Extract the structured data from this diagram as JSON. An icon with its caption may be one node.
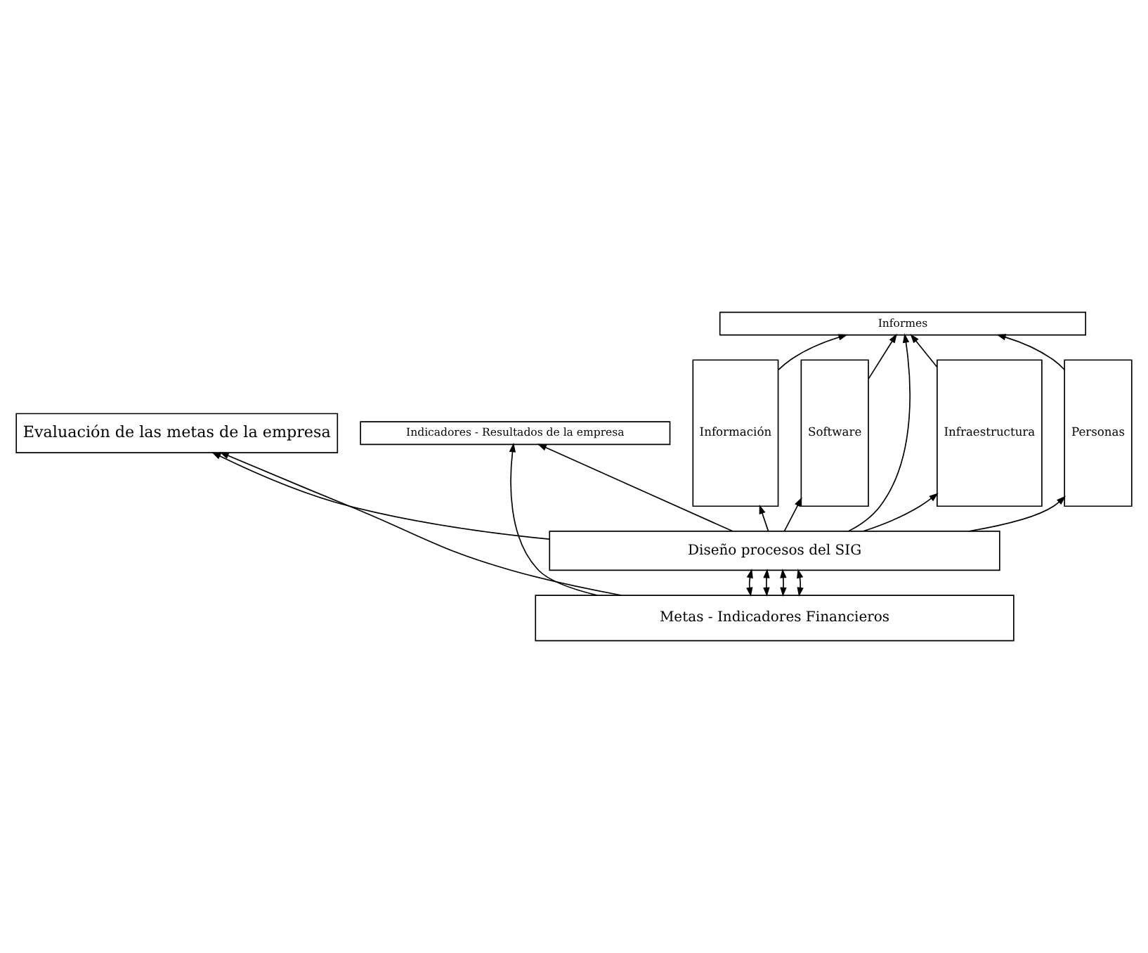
{
  "diagram": {
    "nodes": [
      {
        "text": [
          "Evaluación de las metas de la empresa"
        ]
      },
      {
        "text": [
          "Indicadores - Resultados de la empresa"
        ]
      },
      {
        "text": [
          "Informes"
        ]
      },
      {
        "text": [
          "Infraestructura"
        ]
      },
      {
        "text": [
          "Personas"
        ]
      },
      {
        "text": [
          "Información"
        ]
      },
      {
        "text": [
          "Software"
        ]
      },
      {
        "text": [
          "Diseño procesos del SIG"
        ]
      },
      {
        "text": [
          "Metas - Indicadores Financieros"
        ]
      }
    ],
    "edges": [
      {
        "from": 3,
        "to": 2,
        "arrow": "to"
      },
      {
        "from": 4,
        "to": 2,
        "arrow": "to"
      },
      {
        "from": 5,
        "to": 2,
        "arrow": "to"
      },
      {
        "from": 6,
        "to": 2,
        "arrow": "to"
      },
      {
        "from": 7,
        "to": 3,
        "arrow": "to"
      },
      {
        "from": 7,
        "to": 4,
        "arrow": "to"
      },
      {
        "from": 7,
        "to": 5,
        "arrow": "to"
      },
      {
        "from": 7,
        "to": 6,
        "arrow": "to"
      },
      {
        "from": 8,
        "to": 7,
        "arrow": "both"
      },
      {
        "from": 8,
        "to": 7,
        "arrow": "both"
      },
      {
        "from": 8,
        "to": 7,
        "arrow": "both"
      },
      {
        "from": 8,
        "to": 7,
        "arrow": "both"
      },
      {
        "from": 7,
        "to": 2,
        "arrow": "to"
      },
      {
        "from": 7,
        "to": 1,
        "arrow": "to"
      },
      {
        "from": 8,
        "to": 1,
        "arrow": "to"
      },
      {
        "from": 7,
        "to": 0,
        "arrow": "to"
      },
      {
        "from": 8,
        "to": 0,
        "arrow": "to"
      }
    ]
  }
}
